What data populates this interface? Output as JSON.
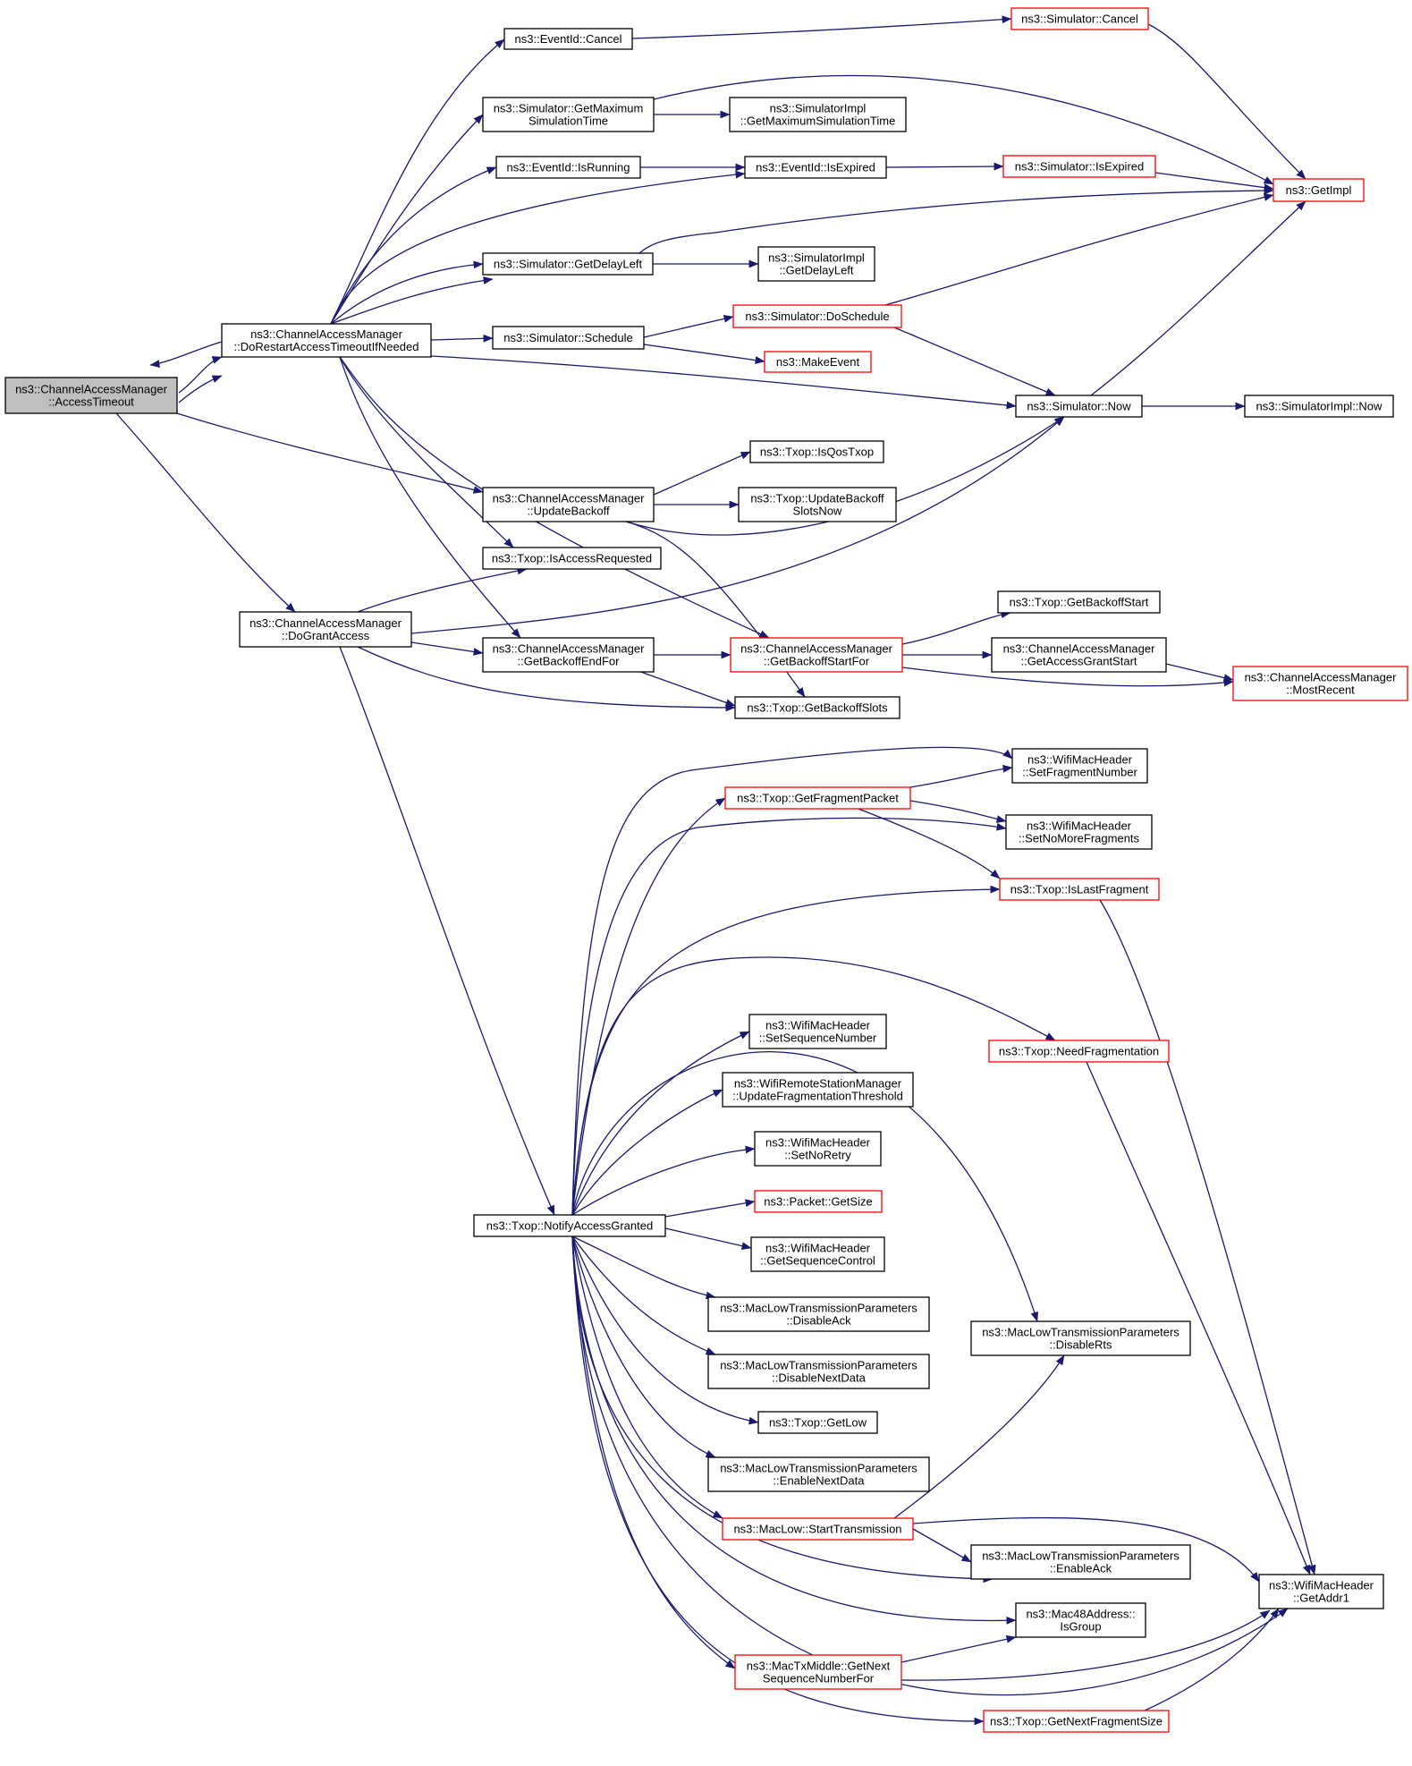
{
  "colors": {
    "edge": "#191970",
    "border_normal": "#000000",
    "border_truncated": "#ff0000",
    "root_fill": "#bfbfbf",
    "node_fill": "#ffffff"
  },
  "nodes": [
    {
      "id": "root",
      "lines": [
        "ns3::ChannelAccessManager",
        "::AccessTimeout"
      ],
      "kind": "root"
    },
    {
      "id": "doRestart",
      "lines": [
        "ns3::ChannelAccessManager",
        "::DoRestartAccessTimeoutIfNeeded"
      ],
      "kind": "normal"
    },
    {
      "id": "doGrant",
      "lines": [
        "ns3::ChannelAccessManager",
        "::DoGrantAccess"
      ],
      "kind": "normal"
    },
    {
      "id": "eventCancel",
      "lines": [
        "ns3::EventId::Cancel"
      ],
      "kind": "normal"
    },
    {
      "id": "simCancel",
      "lines": [
        "ns3::Simulator::Cancel"
      ],
      "kind": "truncated"
    },
    {
      "id": "simGetMax",
      "lines": [
        "ns3::Simulator::GetMaximum",
        "SimulationTime"
      ],
      "kind": "normal"
    },
    {
      "id": "implGetMax",
      "lines": [
        "ns3::SimulatorImpl",
        "::GetMaximumSimulationTime"
      ],
      "kind": "normal"
    },
    {
      "id": "eventIsRunning",
      "lines": [
        "ns3::EventId::IsRunning"
      ],
      "kind": "normal"
    },
    {
      "id": "eventIsExpired",
      "lines": [
        "ns3::EventId::IsExpired"
      ],
      "kind": "normal"
    },
    {
      "id": "simIsExpired",
      "lines": [
        "ns3::Simulator::IsExpired"
      ],
      "kind": "truncated"
    },
    {
      "id": "getImpl",
      "lines": [
        "ns3::GetImpl"
      ],
      "kind": "truncated"
    },
    {
      "id": "simGetDelayLeft",
      "lines": [
        "ns3::Simulator::GetDelayLeft"
      ],
      "kind": "normal"
    },
    {
      "id": "implGetDelayLeft",
      "lines": [
        "ns3::SimulatorImpl",
        "::GetDelayLeft"
      ],
      "kind": "normal"
    },
    {
      "id": "simDoSchedule",
      "lines": [
        "ns3::Simulator::DoSchedule"
      ],
      "kind": "truncated"
    },
    {
      "id": "simSchedule",
      "lines": [
        "ns3::Simulator::Schedule"
      ],
      "kind": "normal"
    },
    {
      "id": "makeEvent",
      "lines": [
        "ns3::MakeEvent"
      ],
      "kind": "truncated"
    },
    {
      "id": "simNow",
      "lines": [
        "ns3::Simulator::Now"
      ],
      "kind": "normal"
    },
    {
      "id": "implNow",
      "lines": [
        "ns3::SimulatorImpl::Now"
      ],
      "kind": "normal"
    },
    {
      "id": "txopIsQos",
      "lines": [
        "ns3::Txop::IsQosTxop"
      ],
      "kind": "normal"
    },
    {
      "id": "camUpdateBackoff",
      "lines": [
        "ns3::ChannelAccessManager",
        "::UpdateBackoff"
      ],
      "kind": "normal"
    },
    {
      "id": "txopUpdateBackoff",
      "lines": [
        "ns3::Txop::UpdateBackoff",
        "SlotsNow"
      ],
      "kind": "normal"
    },
    {
      "id": "txopIsAccessReq",
      "lines": [
        "ns3::Txop::IsAccessRequested"
      ],
      "kind": "normal"
    },
    {
      "id": "txopGetBackoffStart",
      "lines": [
        "ns3::Txop::GetBackoffStart"
      ],
      "kind": "normal"
    },
    {
      "id": "camGetBackoffEnd",
      "lines": [
        "ns3::ChannelAccessManager",
        "::GetBackoffEndFor"
      ],
      "kind": "normal"
    },
    {
      "id": "camGetBackoffStart",
      "lines": [
        "ns3::ChannelAccessManager",
        "::GetBackoffStartFor"
      ],
      "kind": "truncated"
    },
    {
      "id": "camGetAccessGrant",
      "lines": [
        "ns3::ChannelAccessManager",
        "::GetAccessGrantStart"
      ],
      "kind": "normal"
    },
    {
      "id": "camMostRecent",
      "lines": [
        "ns3::ChannelAccessManager",
        "::MostRecent"
      ],
      "kind": "truncated"
    },
    {
      "id": "txopGetBackoffSlots",
      "lines": [
        "ns3::Txop::GetBackoffSlots"
      ],
      "kind": "normal"
    },
    {
      "id": "wmhSetFragNum",
      "lines": [
        "ns3::WifiMacHeader",
        "::SetFragmentNumber"
      ],
      "kind": "normal"
    },
    {
      "id": "txopGetFragPkt",
      "lines": [
        "ns3::Txop::GetFragmentPacket"
      ],
      "kind": "truncated"
    },
    {
      "id": "wmhSetNoMoreFrag",
      "lines": [
        "ns3::WifiMacHeader",
        "::SetNoMoreFragments"
      ],
      "kind": "normal"
    },
    {
      "id": "txopIsLastFrag",
      "lines": [
        "ns3::Txop::IsLastFragment"
      ],
      "kind": "truncated"
    },
    {
      "id": "wmhSetSeqNum",
      "lines": [
        "ns3::WifiMacHeader",
        "::SetSequenceNumber"
      ],
      "kind": "normal"
    },
    {
      "id": "txopNeedFrag",
      "lines": [
        "ns3::Txop::NeedFragmentation"
      ],
      "kind": "truncated"
    },
    {
      "id": "wrsmUpdateFrag",
      "lines": [
        "ns3::WifiRemoteStationManager",
        "::UpdateFragmentationThreshold"
      ],
      "kind": "normal"
    },
    {
      "id": "wmhSetNoRetry",
      "lines": [
        "ns3::WifiMacHeader",
        "::SetNoRetry"
      ],
      "kind": "normal"
    },
    {
      "id": "pktGetSize",
      "lines": [
        "ns3::Packet::GetSize"
      ],
      "kind": "truncated"
    },
    {
      "id": "txopNotify",
      "lines": [
        "ns3::Txop::NotifyAccessGranted"
      ],
      "kind": "normal"
    },
    {
      "id": "wmhGetSeqCtrl",
      "lines": [
        "ns3::WifiMacHeader",
        "::GetSequenceControl"
      ],
      "kind": "normal"
    },
    {
      "id": "mltpDisableAck",
      "lines": [
        "ns3::MacLowTransmissionParameters",
        "::DisableAck"
      ],
      "kind": "normal"
    },
    {
      "id": "mltpDisableRts",
      "lines": [
        "ns3::MacLowTransmissionParameters",
        "::DisableRts"
      ],
      "kind": "normal"
    },
    {
      "id": "mltpDisableNext",
      "lines": [
        "ns3::MacLowTransmissionParameters",
        "::DisableNextData"
      ],
      "kind": "normal"
    },
    {
      "id": "txopGetLow",
      "lines": [
        "ns3::Txop::GetLow"
      ],
      "kind": "normal"
    },
    {
      "id": "mltpEnableNext",
      "lines": [
        "ns3::MacLowTransmissionParameters",
        "::EnableNextData"
      ],
      "kind": "normal"
    },
    {
      "id": "macLowStart",
      "lines": [
        "ns3::MacLow::StartTransmission"
      ],
      "kind": "truncated"
    },
    {
      "id": "mltpEnableAck",
      "lines": [
        "ns3::MacLowTransmissionParameters",
        "::EnableAck"
      ],
      "kind": "normal"
    },
    {
      "id": "wmhGetAddr1",
      "lines": [
        "ns3::WifiMacHeader",
        "::GetAddr1"
      ],
      "kind": "normal"
    },
    {
      "id": "mac48IsGroup",
      "lines": [
        "ns3::Mac48Address::",
        "IsGroup"
      ],
      "kind": "normal"
    },
    {
      "id": "mtxGetNextSeq",
      "lines": [
        "ns3::MacTxMiddle::GetNext",
        "SequenceNumberFor"
      ],
      "kind": "truncated"
    },
    {
      "id": "txopGetNextFragSize",
      "lines": [
        "ns3::Txop::GetNextFragmentSize"
      ],
      "kind": "truncated"
    }
  ]
}
